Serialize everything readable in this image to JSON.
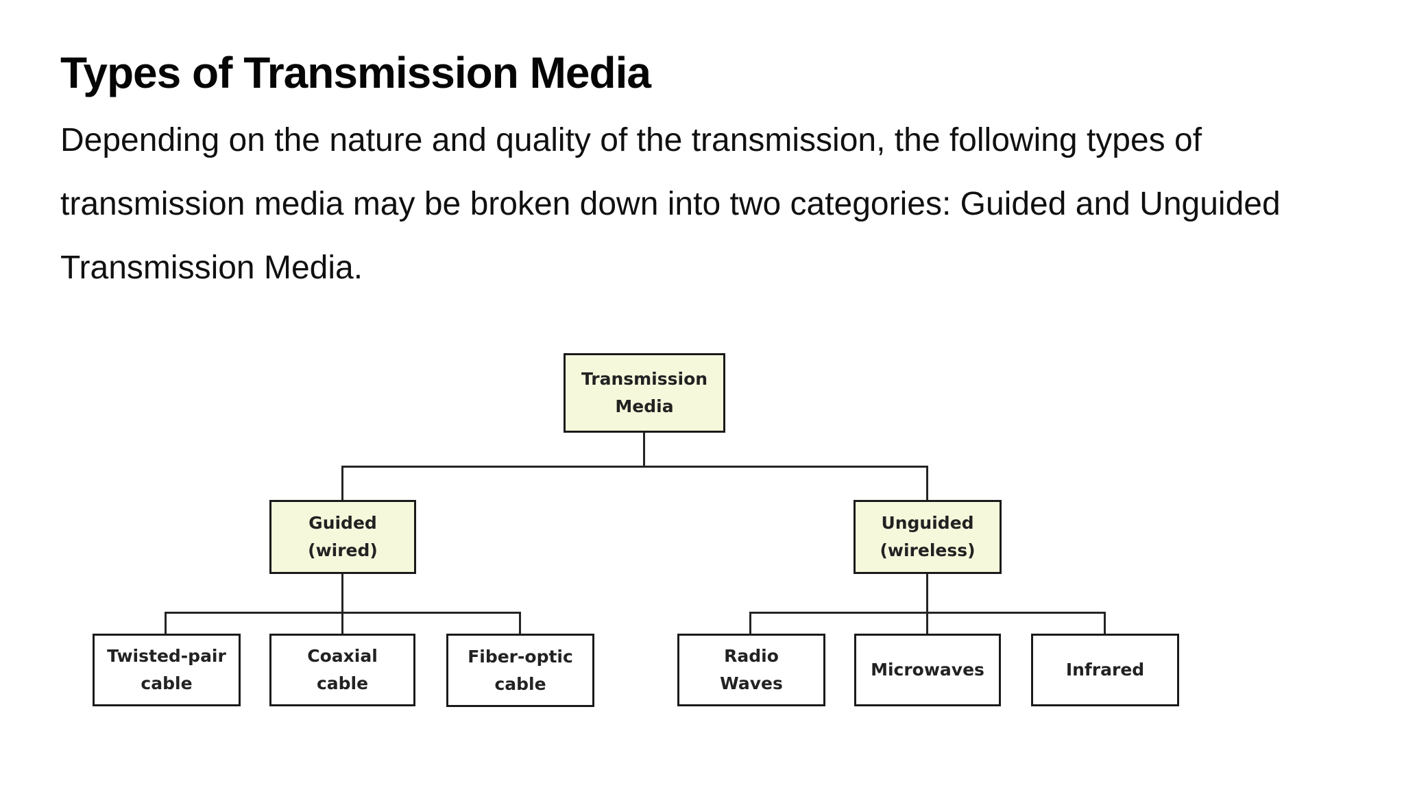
{
  "page": {
    "title": "Types of Transmission Media",
    "paragraph_lines": [
      "Depending on the nature and quality of the transmission, the following types of",
      "transmission media may be broken down into two categories: Guided and Unguided",
      "Transmission Media."
    ]
  },
  "diagram": {
    "type": "tree",
    "colors": {
      "category_fill": "#f6f8dc",
      "leaf_fill": "#ffffff",
      "border": "#1a1a1a",
      "connector": "#242424"
    },
    "nodes": {
      "root": {
        "label": "Transmission\nMedia"
      },
      "guided": {
        "label": "Guided\n(wired)"
      },
      "unguided": {
        "label": "Unguided\n(wireless)"
      },
      "twisted_pair": {
        "label": "Twisted-pair\ncable"
      },
      "coaxial": {
        "label": "Coaxial\ncable"
      },
      "fiber_optic": {
        "label": "Fiber-optic\ncable"
      },
      "radio_waves": {
        "label": "Radio\nWaves"
      },
      "microwaves": {
        "label": "Microwaves"
      },
      "infrared": {
        "label": "Infrared"
      }
    },
    "hierarchy": {
      "root": "Transmission Media",
      "children": [
        {
          "label": "Guided (wired)",
          "children": [
            "Twisted-pair cable",
            "Coaxial cable",
            "Fiber-optic cable"
          ]
        },
        {
          "label": "Unguided (wireless)",
          "children": [
            "Radio Waves",
            "Microwaves",
            "Infrared"
          ]
        }
      ]
    }
  }
}
